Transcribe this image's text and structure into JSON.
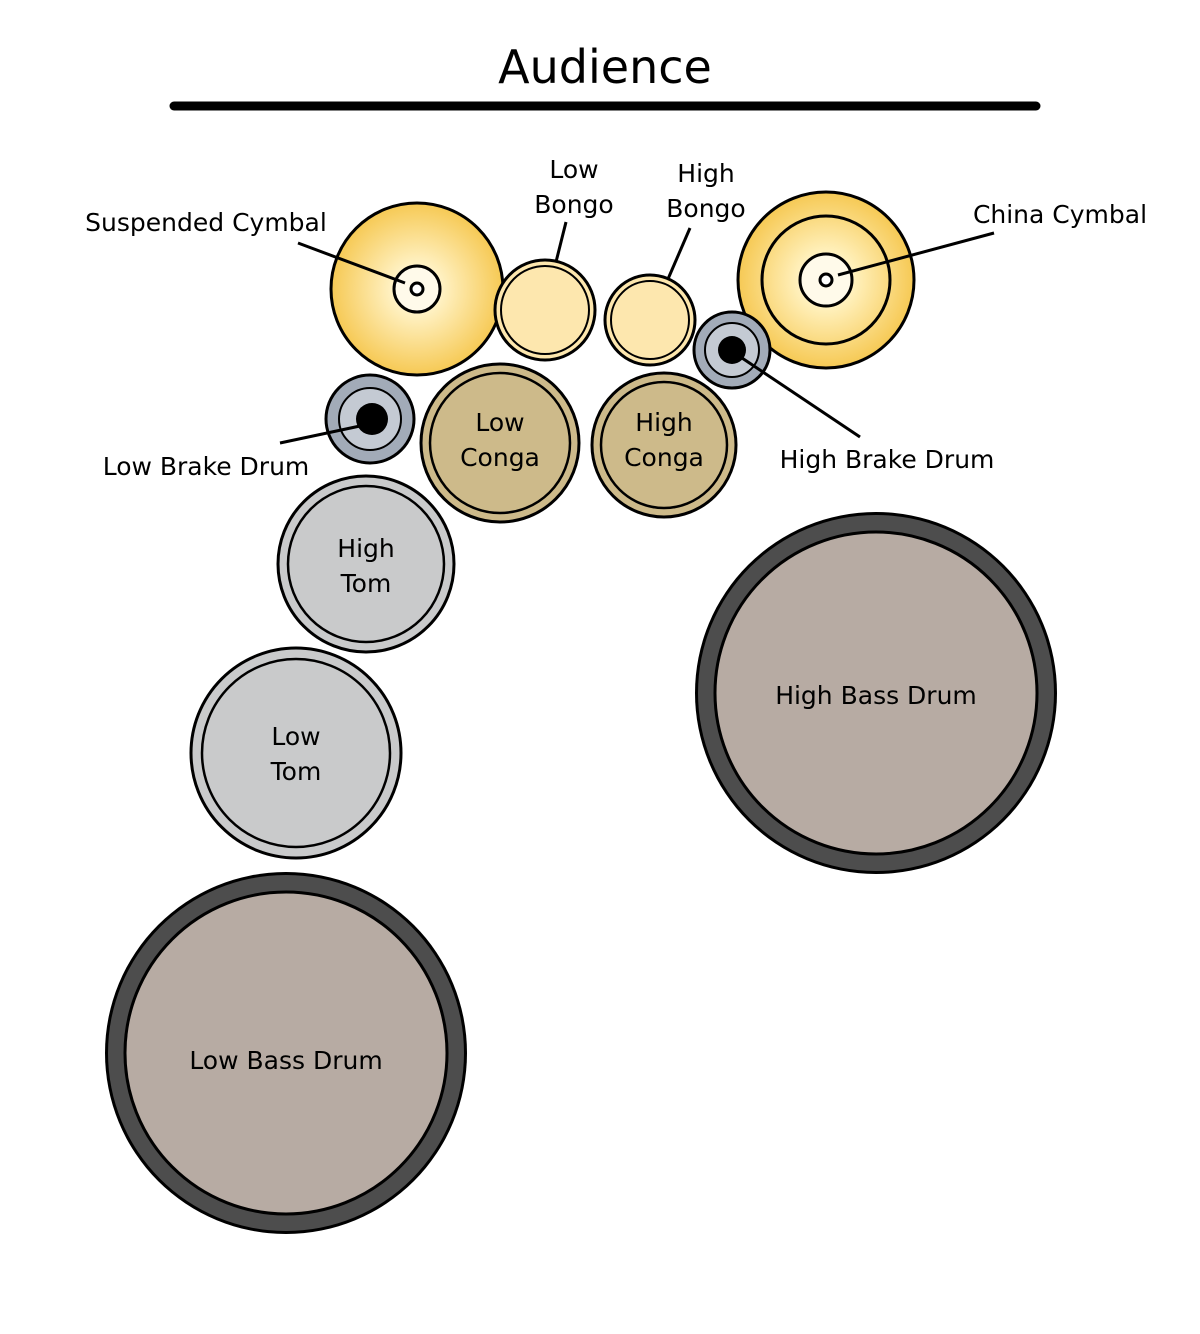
{
  "title": "Audience",
  "colors": {
    "cymbal": "#f7cd5c",
    "cymbal_light": "#fff1c2",
    "bongo": "#fde7ae",
    "conga": "#cdba8a",
    "tom": "#c9cacb",
    "brake": "#a2abb8",
    "bass": "#b7aba3",
    "bass_rim": "#4d4d4d",
    "outline": "#000000"
  },
  "labels": {
    "suspended_cymbal": "Suspended Cymbal",
    "low_bongo_1": "Low",
    "low_bongo_2": "Bongo",
    "high_bongo_1": "High",
    "high_bongo_2": "Bongo",
    "china_cymbal": "China Cymbal",
    "low_conga_1": "Low",
    "low_conga_2": "Conga",
    "high_conga_1": "High",
    "high_conga_2": "Conga",
    "low_brake_drum": "Low Brake Drum",
    "high_brake_drum": "High Brake Drum",
    "high_tom_1": "High",
    "high_tom_2": "Tom",
    "low_tom_1": "Low",
    "low_tom_2": "Tom",
    "high_bass_drum": "High Bass Drum",
    "low_bass_drum": "Low Bass Drum"
  }
}
